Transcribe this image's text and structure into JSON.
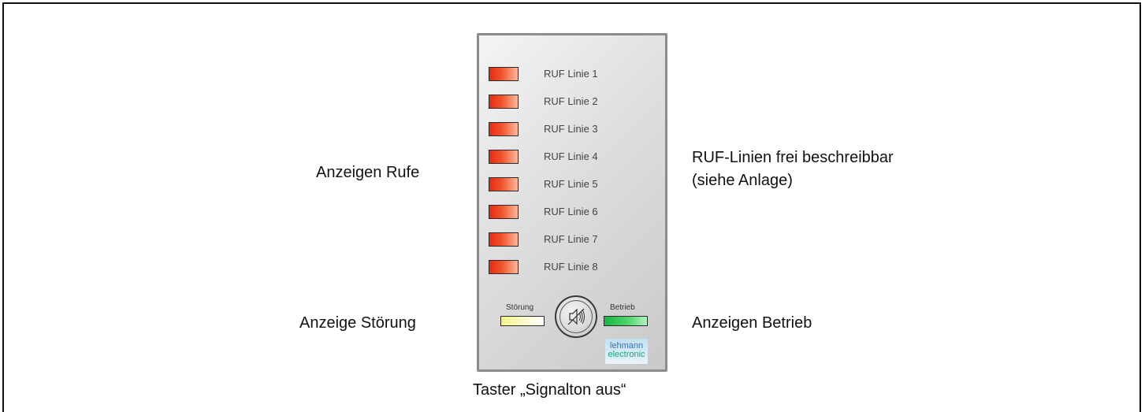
{
  "callouts": {
    "anzeigen_rufe": "Anzeigen Rufe",
    "ruf_linien_line1": "RUF-Linien frei beschreibbar",
    "ruf_linien_line2": "(siehe Anlage)",
    "anzeige_stoerung": "Anzeige Störung",
    "anzeigen_betrieb": "Anzeigen Betrieb",
    "taster": "Taster „Signalton aus“"
  },
  "panel": {
    "rows": [
      {
        "label": "RUF Linie 1"
      },
      {
        "label": "RUF Linie 2"
      },
      {
        "label": "RUF Linie 3"
      },
      {
        "label": "RUF Linie 4"
      },
      {
        "label": "RUF Linie 5"
      },
      {
        "label": "RUF Linie 6"
      },
      {
        "label": "RUF Linie 7"
      },
      {
        "label": "RUF Linie 8"
      }
    ],
    "stoerung_label": "Störung",
    "betrieb_label": "Betrieb",
    "logo_line1": "lehmann",
    "logo_line2": "electronic"
  },
  "colors": {
    "call_led": "#e42a12",
    "fault_led": "#f2f28e",
    "operation_led": "#16b840",
    "panel_border": "#8c8c8c"
  },
  "icons": {
    "mute_button": "speaker-mute-icon"
  }
}
